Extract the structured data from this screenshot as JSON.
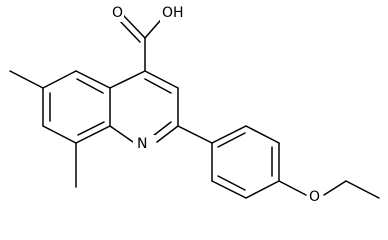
{
  "molecule": {
    "atom_labels": {
      "carboxyl_oh": "OH",
      "carbonyl_o": "O",
      "ring_n": "N",
      "ether_o": "O"
    },
    "colors": {
      "bond": "#000000",
      "label": "#000000",
      "background": "#ffffff"
    }
  }
}
